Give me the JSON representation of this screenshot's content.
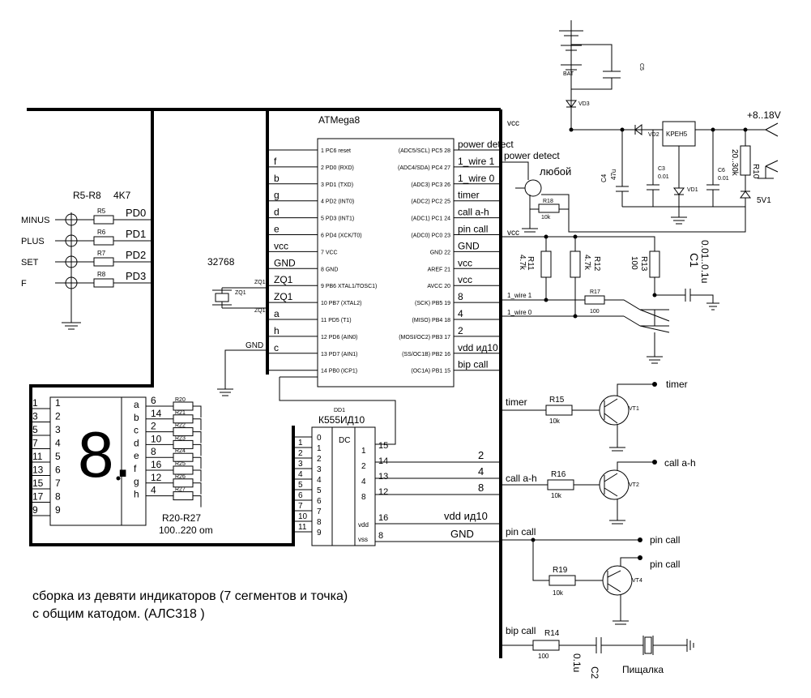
{
  "mcu": {
    "name": "ATMega8",
    "left_pins": [
      "1 PC6 reset",
      "2 PD0 (RXD)",
      "3 PD1 (TXD)",
      "4 PD2 (INT0)",
      "5 PD3 (INT1)",
      "6 PD4 (XCK/T0)",
      "7 VCC",
      "8 GND",
      "9 PB6 XTAL1/TOSC1)",
      "10 PB7 (XTAL2)",
      "11 PD5  (T1)",
      "12 PD6 (AIN0)",
      "13 PD7 (AIN1)",
      "14 PB0 (ICP1)"
    ],
    "right_pins": [
      "(ADC5/SCL) PC5 28",
      "(ADC4/SDA) PC4 27",
      "(ADC3) PC3 26",
      "(ADC2) PC2 25",
      "(ADC1) PC1 24",
      "(ADC0) PC0 23",
      "GND 22",
      "AREF 21",
      "AVCC 20",
      "(SCK) PB5 19",
      "(MISO) PB4 18",
      "(MOSI/OC2) PB3 17",
      "(SS/OC1B) PB2 16",
      "(OC1A) PB1 15"
    ],
    "left_nets": [
      "",
      "f",
      "b",
      "g",
      "d",
      "e",
      "vcc",
      "GND",
      "ZQ1",
      "ZQ1",
      "a",
      "h",
      "c",
      ""
    ],
    "right_nets": [
      "power detect",
      "1_wire 1",
      "1_wire 0",
      "timer",
      "call a-h",
      "pin call",
      "GND",
      "vcc",
      "vcc",
      "8",
      "4",
      "2",
      "vdd ид10",
      "bip call"
    ]
  },
  "buttons": {
    "group_label": "R5-R8",
    "value": "4K7",
    "names": [
      "MINUS",
      "PLUS",
      "SET",
      "F"
    ],
    "resistors": [
      "R5",
      "R6",
      "R7",
      "R8"
    ],
    "nets": [
      "PD0",
      "PD1",
      "PD2",
      "PD3"
    ]
  },
  "crystal": {
    "freq": "32768",
    "ref": "ZQ1"
  },
  "display": {
    "digit": "8.",
    "left_numbers": [
      "1",
      "3",
      "5",
      "7",
      "11",
      "13",
      "15",
      "17",
      "9"
    ],
    "inner_numbers": [
      "1",
      "2",
      "3",
      "4",
      "5",
      "6",
      "7",
      "8",
      "9"
    ],
    "segments": [
      "a",
      "b",
      "c",
      "d",
      "e",
      "f",
      "g",
      "h"
    ],
    "pin_numbers": [
      "6",
      "14",
      "2",
      "10",
      "8",
      "16",
      "12",
      "4"
    ],
    "resistors": [
      "R20",
      "R21",
      "R22",
      "R23",
      "R24",
      "R25",
      "R26",
      "R27"
    ],
    "group_label": "R20-R27",
    "group_value": "100..220 om"
  },
  "decoder": {
    "ref": "DD1",
    "name": "К555ИД10",
    "dc_label": "DC",
    "outputs": [
      "0",
      "1",
      "2",
      "3",
      "4",
      "5",
      "6",
      "7",
      "8",
      "9"
    ],
    "out_pins": [
      "1",
      "2",
      "3",
      "4",
      "5",
      "6",
      "7",
      "10",
      "11"
    ],
    "inputs": [
      "1",
      "2",
      "4",
      "8"
    ],
    "in_pins": [
      "15",
      "14",
      "13",
      "12"
    ],
    "vdd": "vdd",
    "vss": "vss",
    "vdd_pin": "16",
    "vss_pin": "8",
    "in_nets": [
      "2",
      "4",
      "8"
    ],
    "vdd_net": "vdd ид10",
    "gnd_net": "GND"
  },
  "power": {
    "input": "+8..18V",
    "vcc": "vcc",
    "battery_label": "BAT",
    "regulator": "KPEH5",
    "any_label": "любой",
    "parts": [
      "C5",
      "VD3",
      "VD2",
      "C4",
      "47u",
      "C3",
      "0.01",
      "VD1",
      "C6",
      "0.01",
      "R10",
      "20..30k",
      "5V1",
      "R18",
      "10k"
    ],
    "power_detect": "power detect"
  },
  "one_wire": {
    "r11": "R11",
    "r11v": "4.7k",
    "r12": "R12",
    "r12v": "4.7k",
    "r13": "R13",
    "r13v": "100",
    "c1": "C1",
    "c1v": "0.01..0.1u",
    "r17": "R17",
    "r17v": "100",
    "net1": "1_wire 1",
    "net0": "1_wire 0",
    "vcc": "vcc"
  },
  "drivers": {
    "timer_net": "timer",
    "r15": "R15",
    "r15v": "10k",
    "vt1": "VT1",
    "timer_out": "timer",
    "call_net": "call a-h",
    "r16": "R16",
    "r16v": "10k",
    "vt2": "VT2",
    "call_out": "call a-h",
    "pin_net": "pin call",
    "pin_out1": "pin call",
    "pin_out2": "pin call",
    "r19": "R19",
    "r19v": "10k",
    "vt4": "VT4",
    "bip_net": "bip call",
    "r14": "R14",
    "r14v": "100",
    "c2": "C2",
    "c2v": "0.1u",
    "buzzer": "Пищалка"
  },
  "note": {
    "line1": "сборка из девяти индикаторов (7 сегментов и точка)",
    "line2": "с общим катодом. (АЛС318 )"
  }
}
